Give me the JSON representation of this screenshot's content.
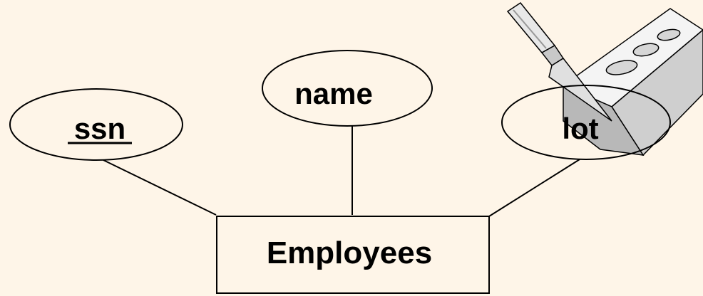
{
  "diagram": {
    "entity": {
      "label": "Employees"
    },
    "attributes": [
      {
        "label": "ssn",
        "is_key": true
      },
      {
        "label": "name",
        "is_key": false
      },
      {
        "label": "lot",
        "is_key": false
      }
    ],
    "colors": {
      "background": "#FEF5E8",
      "stroke": "#000000",
      "text": "#000000"
    },
    "illustration": {
      "icon": "brick-and-trowel-icon"
    }
  }
}
